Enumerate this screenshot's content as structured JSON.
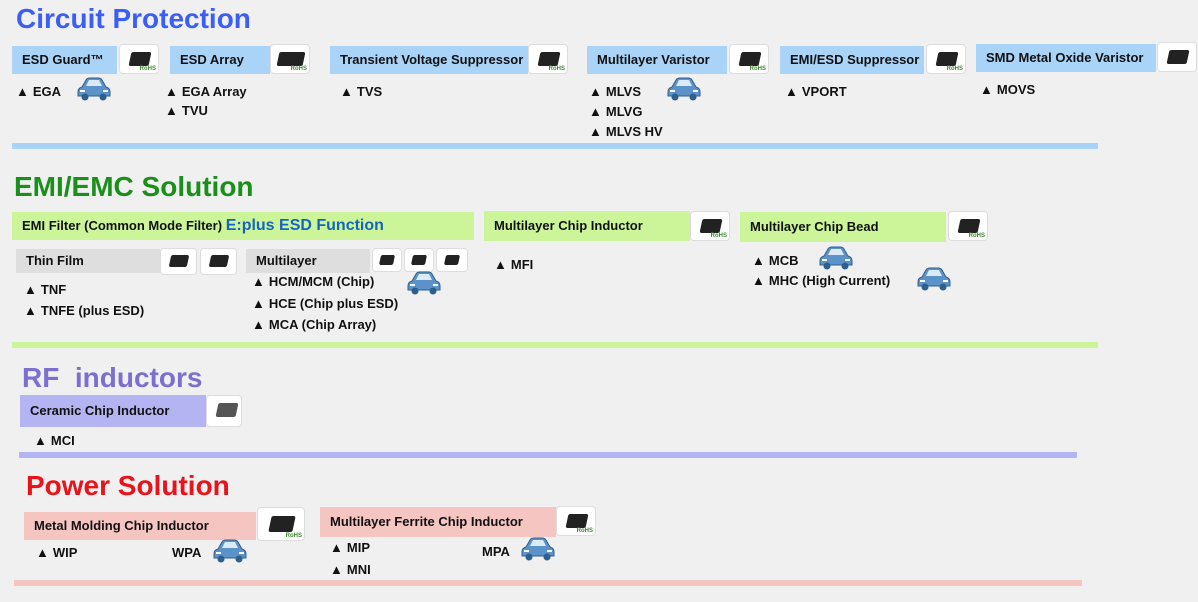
{
  "sections": {
    "circuit": {
      "title": "Circuit Protection",
      "color": "#3a5ff2"
    },
    "emi": {
      "title": "EMI/EMC Solution",
      "color": "#1a8f1a"
    },
    "rf": {
      "title": "RF  inductors",
      "color": "#7c6fd0"
    },
    "power": {
      "title": "Power Solution",
      "color": "#e8131b"
    }
  },
  "circuit": {
    "esd_guard": {
      "label": "ESD Guard™",
      "items": [
        "EGA"
      ]
    },
    "esd_array": {
      "label": "ESD Array",
      "items": [
        "EGA Array",
        "TVU"
      ]
    },
    "tvs": {
      "label": "Transient Voltage Suppressor",
      "items": [
        "TVS"
      ]
    },
    "mlv": {
      "label": "Multilayer Varistor",
      "items": [
        "MLVS",
        "MLVG",
        "MLVS HV"
      ]
    },
    "emi_esd": {
      "label": "EMI/ESD Suppressor",
      "items": [
        "VPORT"
      ]
    },
    "smd_mov": {
      "label": "SMD Metal Oxide Varistor",
      "items": [
        "MOVS"
      ]
    }
  },
  "emi": {
    "filter": {
      "label": "EMI Filter (Common Mode Filter)",
      "eplus": "E:plus ESD Function"
    },
    "thin_film": {
      "label": "Thin Film",
      "items": [
        "TNF",
        "TNFE (plus ESD)"
      ]
    },
    "multilayer": {
      "label": "Multilayer",
      "items": [
        "HCM/MCM (Chip)",
        "HCE (Chip plus ESD)",
        "MCA (Chip Array)"
      ]
    },
    "chip_inductor": {
      "label": "Multilayer Chip Inductor",
      "items": [
        "MFI"
      ]
    },
    "chip_bead": {
      "label": "Multilayer Chip Bead",
      "items": [
        "MCB",
        "MHC (High Current)"
      ]
    }
  },
  "rf": {
    "ceramic": {
      "label": "Ceramic Chip Inductor",
      "items": [
        "MCI"
      ]
    }
  },
  "power": {
    "molding": {
      "label": "Metal Molding Chip Inductor",
      "items": [
        "WIP",
        "WPA"
      ]
    },
    "ferrite": {
      "label": "Multilayer Ferrite Chip Inductor",
      "items": [
        "MIP",
        "MNI",
        "MPA"
      ]
    }
  },
  "glyphs": {
    "triangle": "▲",
    "rohs": "RoHS"
  },
  "colors": {
    "blue_line": "#a9d3f7",
    "green_line": "#ccf59a",
    "lav_line": "#b4b4f2",
    "pink_line": "#f5c5c2"
  }
}
